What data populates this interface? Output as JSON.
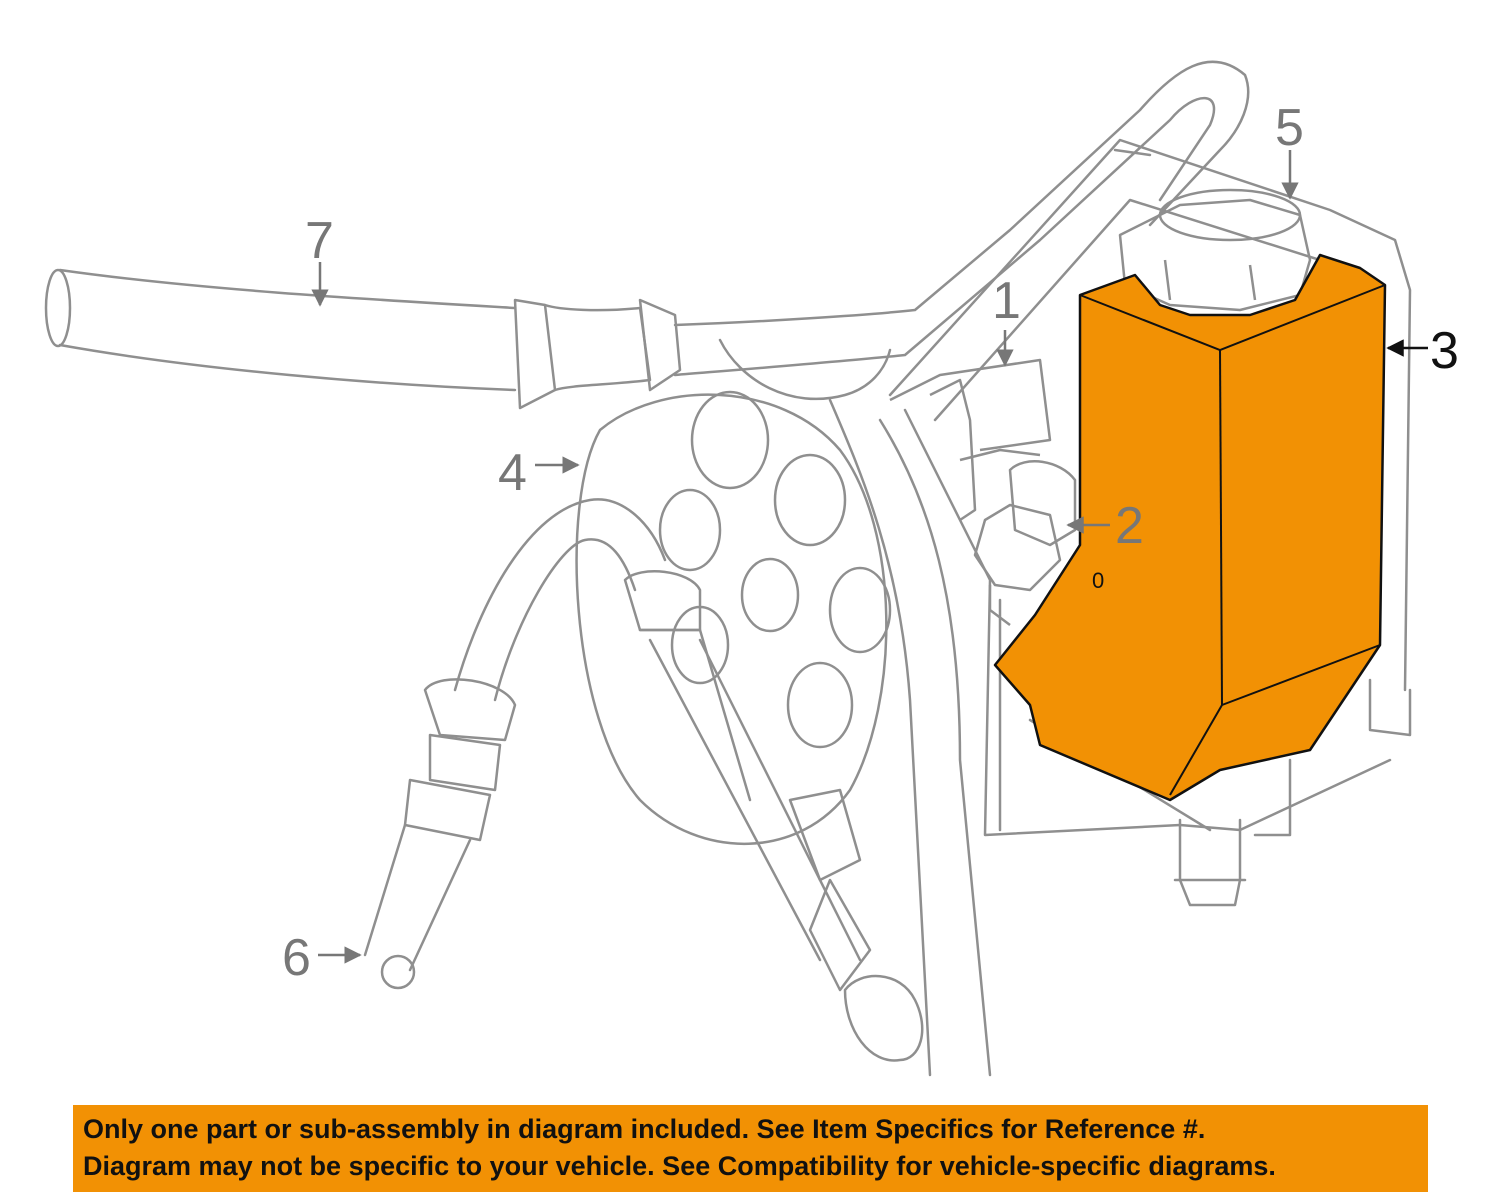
{
  "diagram": {
    "callouts": [
      {
        "id": "1",
        "label": "1"
      },
      {
        "id": "2",
        "label": "2"
      },
      {
        "id": "3",
        "label": "3"
      },
      {
        "id": "4",
        "label": "4"
      },
      {
        "id": "5",
        "label": "5"
      },
      {
        "id": "6",
        "label": "6"
      },
      {
        "id": "7",
        "label": "7"
      }
    ],
    "highlighted_part": "3",
    "reservoir_marking": "0",
    "colors": {
      "outline": "#8f8f8f",
      "highlight_fill": "#f29104",
      "highlight_outline": "#111111",
      "label_gray": "#777777",
      "label_active": "#111111"
    }
  },
  "notice": {
    "line1": "Only one part or sub-assembly in diagram included. See Item Specifics for Reference #.",
    "line2": "Diagram may not be specific to your vehicle. See Compatibility for vehicle-specific diagrams."
  },
  "watermark": "",
  "colors": {
    "notice_background": "#f29104"
  }
}
